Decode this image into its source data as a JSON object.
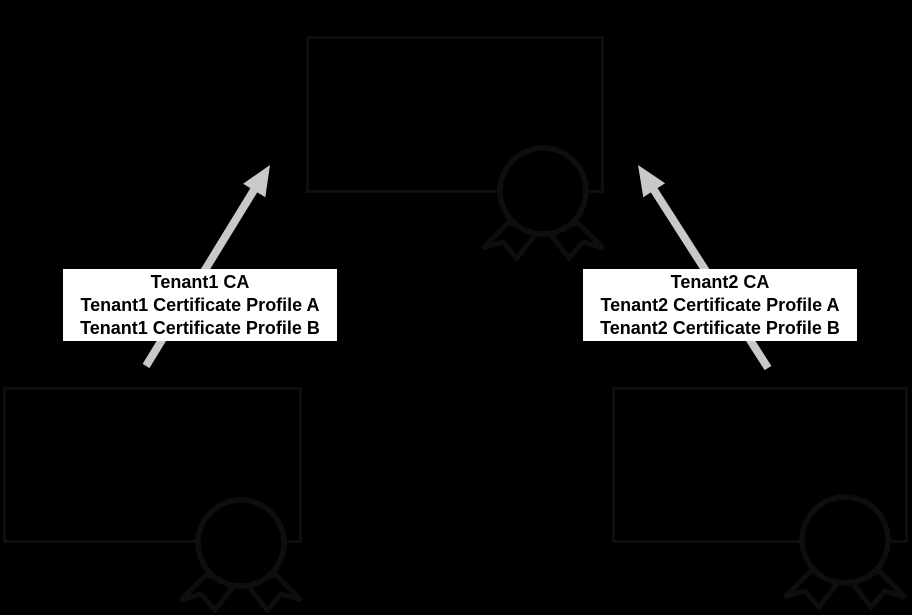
{
  "diagram": {
    "type": "pki-certificate-hierarchy",
    "colors": {
      "background": "#000000",
      "node_stroke": "#0d0e12",
      "arrow": "#c9c9c9",
      "label_background": "#ffffff",
      "label_text": "#000000"
    },
    "icons": [
      "certificate-seal-icon"
    ],
    "labels": {
      "tenant1": {
        "lines": [
          "Tenant1 CA",
          "Tenant1 Certificate Profile A",
          "Tenant1 Certificate Profile B"
        ]
      },
      "tenant2": {
        "lines": [
          "Tenant2 CA",
          "Tenant2 Certificate Profile A",
          "Tenant2 Certificate Profile B"
        ]
      }
    }
  }
}
